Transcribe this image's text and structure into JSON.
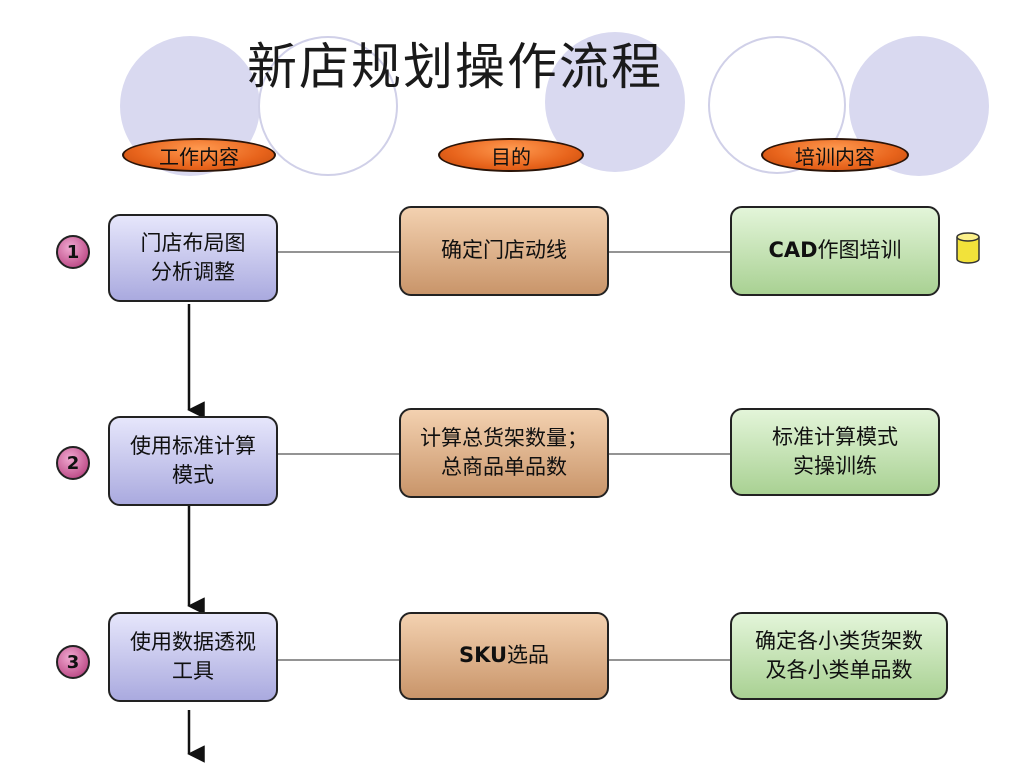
{
  "title": "新店规划操作流程",
  "headers": [
    "工作内容",
    "目的",
    "培训内容"
  ],
  "steps": [
    {
      "number": "1",
      "work": "门店布局图\n分析调整",
      "purpose": "确定门店动线",
      "training_prefix": "CAD",
      "training_suffix": "作图培训"
    },
    {
      "number": "2",
      "work": "使用标准计算\n模式",
      "purpose": "计算总货架数量；\n总商品单品数",
      "training": "标准计算模式\n实操训练"
    },
    {
      "number": "3",
      "work": "使用数据透视\n工具",
      "purpose_prefix": "SKU",
      "purpose_suffix": "选品",
      "training": "确定各小类货架数\n及各小类单品数"
    }
  ],
  "colors": {
    "header_pill": "#e8641c",
    "work_box": "#aaaadf",
    "purpose_box": "#c9956a",
    "training_box": "#a9d193",
    "number_badge": "#c2558f",
    "database_icon": "#f2e23a"
  },
  "icons": {
    "database": "database-icon"
  }
}
